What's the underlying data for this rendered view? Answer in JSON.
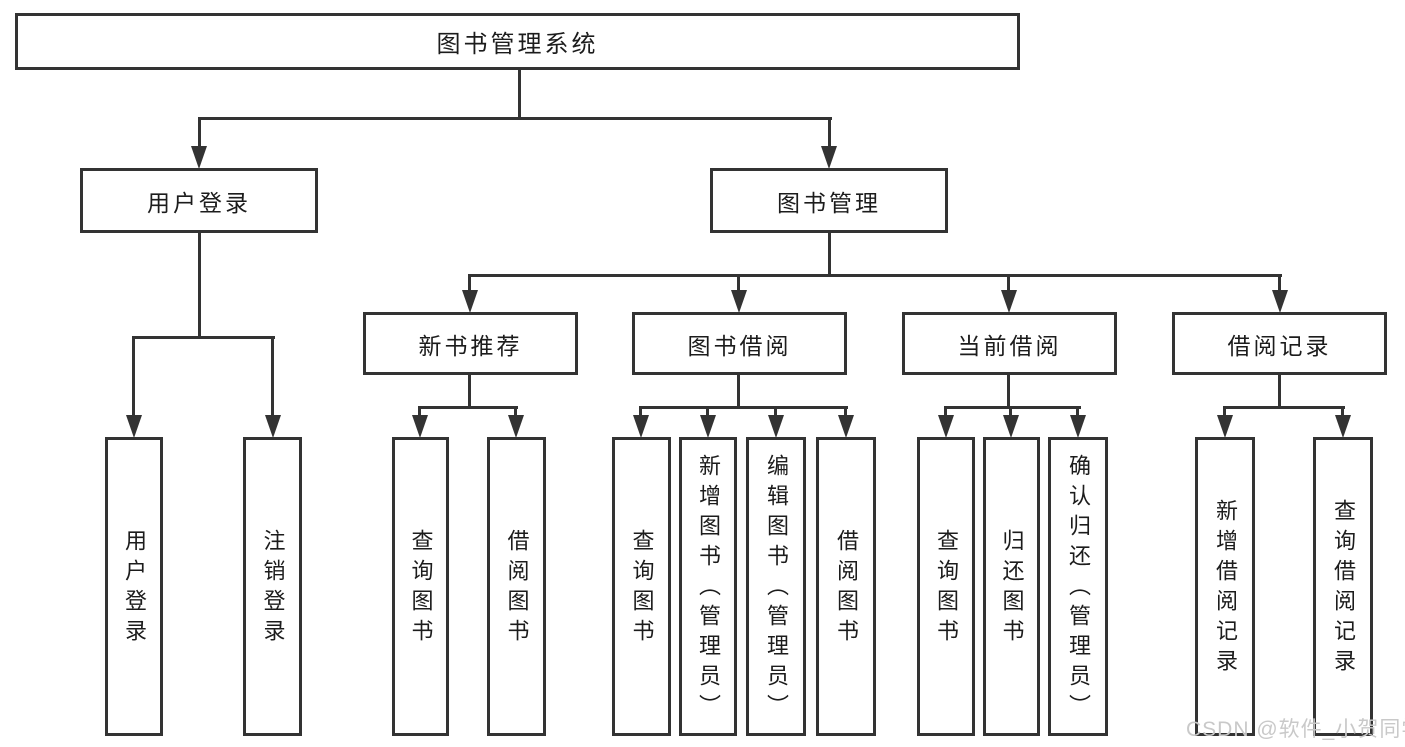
{
  "tree": {
    "root": {
      "label": "图书管理系统",
      "children": [
        {
          "label": "用户登录",
          "children": [
            {
              "label": "用户登录"
            },
            {
              "label": "注销登录"
            }
          ]
        },
        {
          "label": "图书管理",
          "children": [
            {
              "label": "新书推荐",
              "children": [
                {
                  "label": "查询图书"
                },
                {
                  "label": "借阅图书"
                }
              ]
            },
            {
              "label": "图书借阅",
              "children": [
                {
                  "label": "查询图书"
                },
                {
                  "label": "新增图书（管理员）"
                },
                {
                  "label": "编辑图书（管理员）"
                },
                {
                  "label": "借阅图书"
                }
              ]
            },
            {
              "label": "当前借阅",
              "children": [
                {
                  "label": "查询图书"
                },
                {
                  "label": "归还图书"
                },
                {
                  "label": "确认归还（管理员）"
                }
              ]
            },
            {
              "label": "借阅记录",
              "children": [
                {
                  "label": "新增借阅记录"
                },
                {
                  "label": "查询借阅记录"
                }
              ]
            }
          ]
        }
      ]
    }
  },
  "watermark": {
    "text": "CSDN @软件_小贺同学"
  },
  "colors": {
    "line": "#333333",
    "text": "#1c1c1c",
    "watermark": "#c9c9c9",
    "background": "#ffffff"
  }
}
